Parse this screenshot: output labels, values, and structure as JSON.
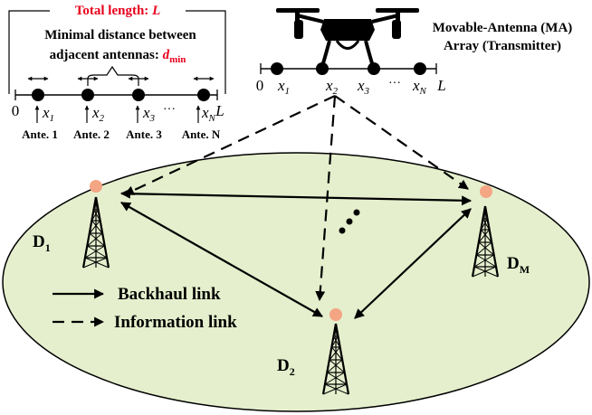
{
  "inset": {
    "total_length_prefix": "Total length: ",
    "total_length_var": "L",
    "min_distance_line1": "Minimal distance between",
    "min_distance_line2_prefix": "adjacent antennas: ",
    "min_distance_var": "d",
    "min_distance_sub": "min",
    "axis_start": "0",
    "axis_end": "L",
    "ellipsis": "···",
    "positions": [
      {
        "var": "x",
        "sub": "1"
      },
      {
        "var": "x",
        "sub": "2"
      },
      {
        "var": "x",
        "sub": "3"
      },
      {
        "var": "x",
        "sub": "N"
      }
    ],
    "antenna_labels": [
      "Ante. 1",
      "Ante. 2",
      "Ante. 3",
      "Ante. N"
    ]
  },
  "transmitter": {
    "title_line1": "Movable-Antenna (MA)",
    "title_line2": "Array (Transmitter)",
    "axis_start": "0",
    "axis_end": "L",
    "ellipsis": "···",
    "positions": [
      {
        "var": "x",
        "sub": "1"
      },
      {
        "var": "x",
        "sub": "2"
      },
      {
        "var": "x",
        "sub": "3"
      },
      {
        "var": "x",
        "sub": "N"
      }
    ]
  },
  "devices": [
    {
      "letter": "D",
      "sub": "1"
    },
    {
      "letter": "D",
      "sub": "2"
    },
    {
      "letter": "D",
      "sub": "M"
    }
  ],
  "legend": {
    "backhaul": "Backhaul link",
    "information": "Information link"
  },
  "colors": {
    "highlight": "#e8001c",
    "area_fill": "#e5efcd",
    "node": "#f4a583",
    "ink": "#000000"
  }
}
